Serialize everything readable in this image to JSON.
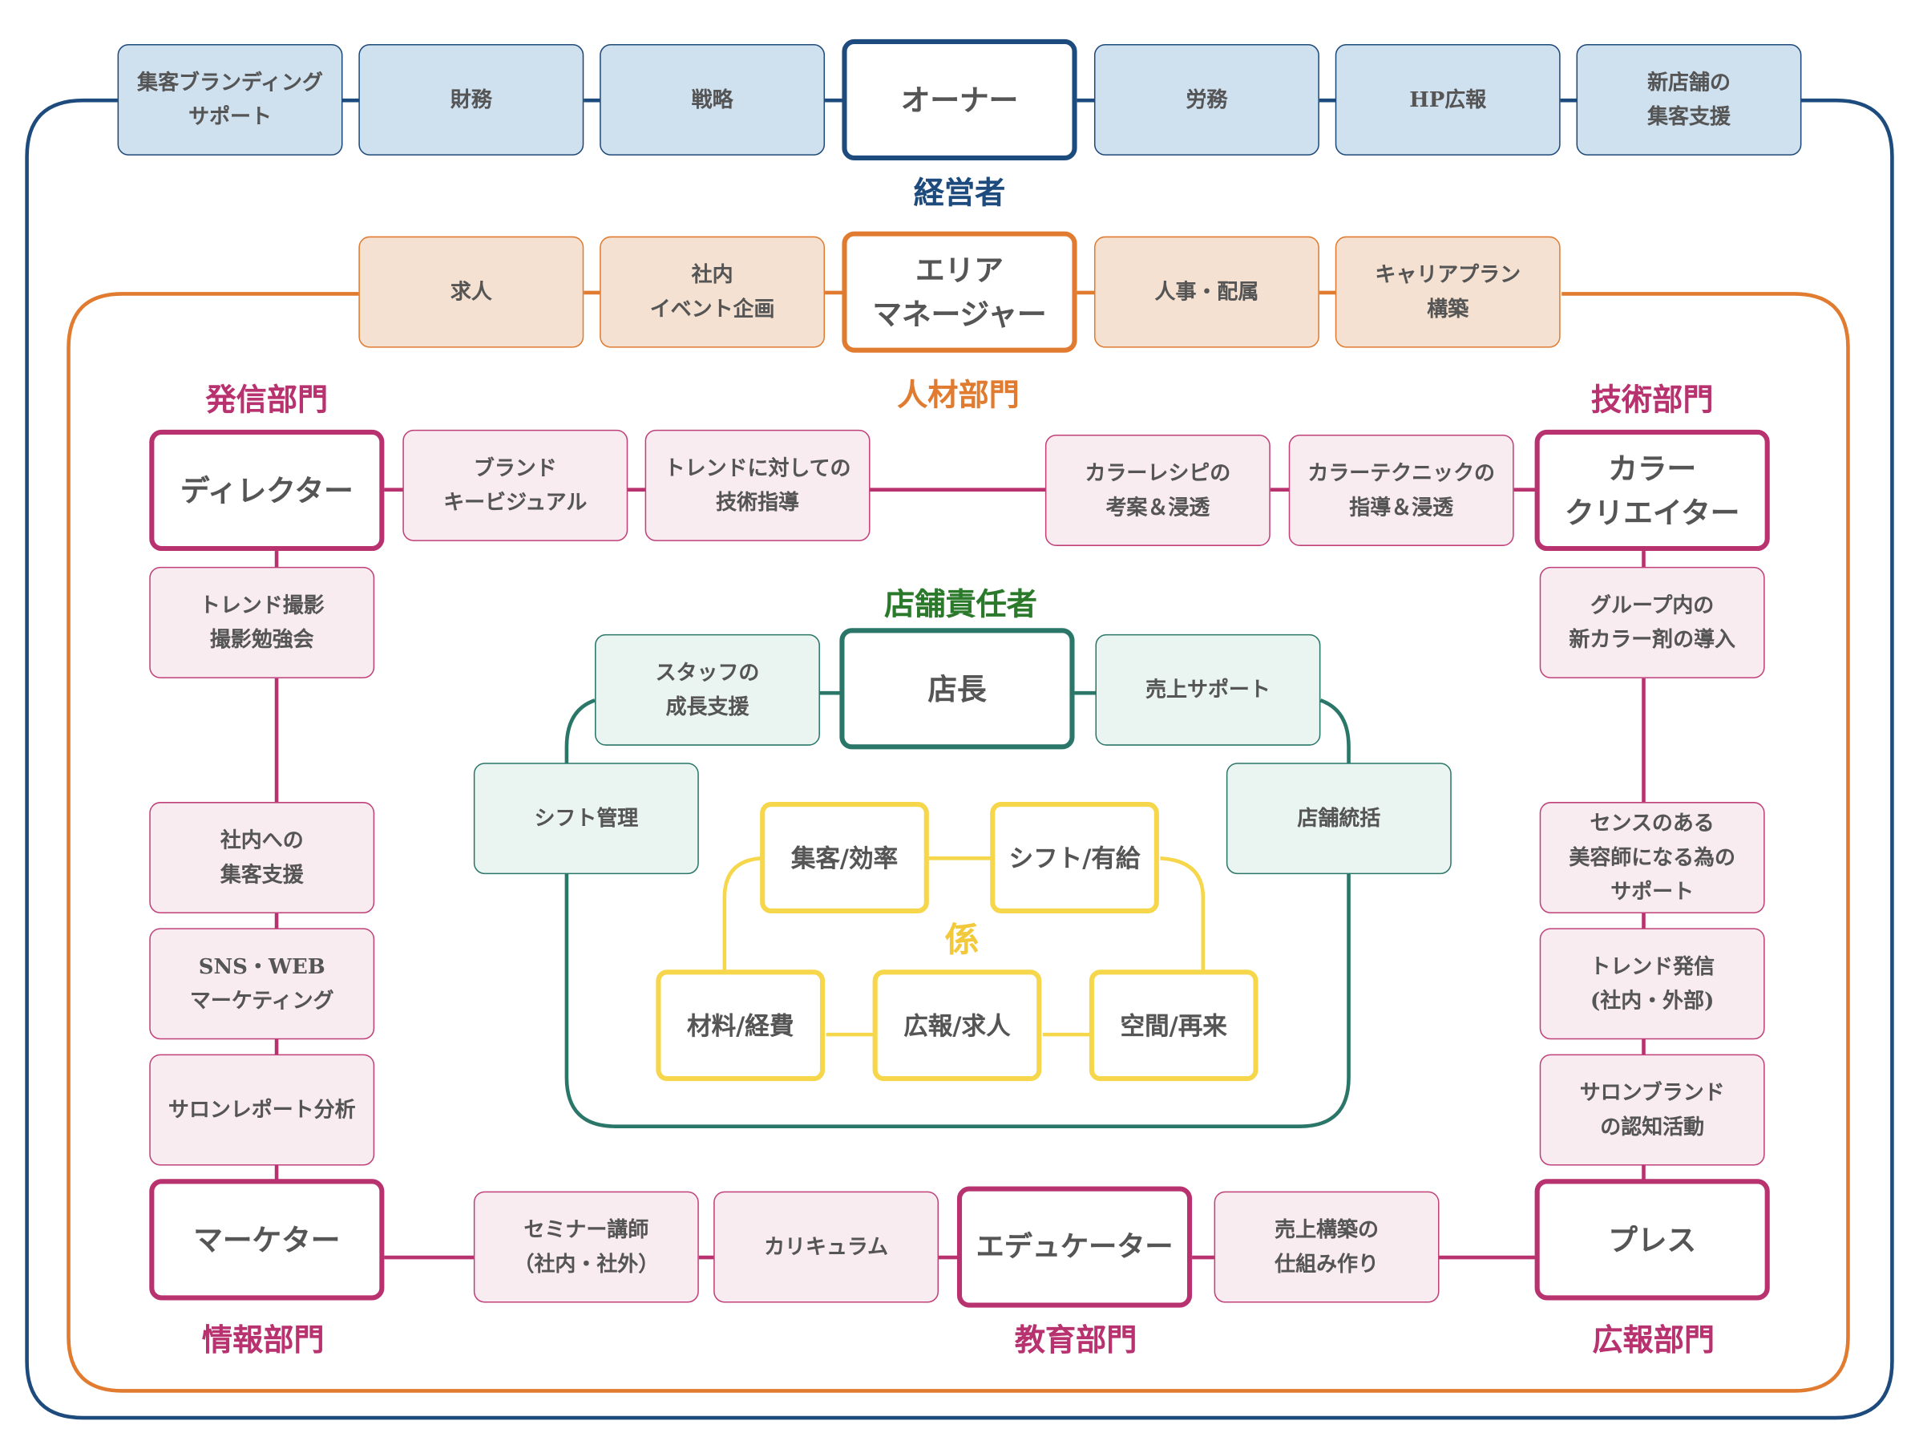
{
  "colors": {
    "management": "#1e4b7e",
    "hr": "#e07b30",
    "departments": "#b8326f",
    "store": "#2a7668",
    "staff": "#f6d64a"
  },
  "owner": {
    "title": "オーナー",
    "group_label": "経営者",
    "items": [
      "集客ブランディング\nサポート",
      "財務",
      "戦略",
      "労務",
      "HP広報",
      "新店舗の\n集客支援"
    ]
  },
  "area_manager": {
    "title": "エリア\nマネージャー",
    "group_label": "人材部門",
    "items": [
      "求人",
      "社内\nイベント企画",
      "人事・配属",
      "キャリアプラン\n構築"
    ]
  },
  "director": {
    "dept_label": "発信部門",
    "title": "ディレクター",
    "top_items": [
      "ブランド\nキービジュアル",
      "トレンドに対しての\n技術指導"
    ],
    "side_items": [
      "トレンド撮影\n撮影勉強会"
    ]
  },
  "color_creator": {
    "dept_label": "技術部門",
    "title": "カラー\nクリエイター",
    "top_items": [
      "カラーレシピの\n考案＆浸透",
      "カラーテクニックの\n指導＆浸透"
    ],
    "side_items": [
      "グループ内の\n新カラー剤の導入"
    ]
  },
  "marketer": {
    "dept_label": "情報部門",
    "title": "マーケター",
    "side_items": [
      "社内への\n集客支援",
      "SNS・WEB\nマーケティング",
      "サロンレポート分析"
    ]
  },
  "press": {
    "dept_label": "広報部門",
    "title": "プレス",
    "side_items": [
      "センスのある\n美容師になる為の\nサポート",
      "トレンド発信\n(社内・外部)",
      "サロンブランド\nの認知活動"
    ]
  },
  "educator": {
    "dept_label": "教育部門",
    "title": "エデュケーター",
    "items": [
      "セミナー講師\n（社内・社外）",
      "カリキュラム",
      "売上構築の\n仕組み作り"
    ]
  },
  "store_manager": {
    "group_label": "店舗責任者",
    "title": "店長",
    "items": [
      "スタッフの\n成長支援",
      "売上サポート",
      "シフト管理",
      "店舗統括"
    ]
  },
  "staff": {
    "label": "係",
    "items": [
      "集客/効率",
      "シフト/有給",
      "材料/経費",
      "広報/求人",
      "空間/再来"
    ]
  }
}
